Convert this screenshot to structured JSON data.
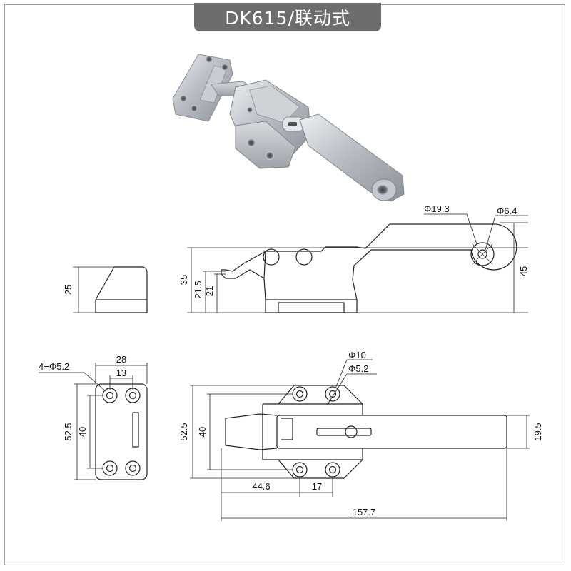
{
  "title": "DK615/联动式",
  "side_view": {
    "overall_height": "45",
    "pivot_diameter": "Φ19.3",
    "pivot_hole": "Φ6.4",
    "body_height": "35",
    "hook_height_1": "21.5",
    "hook_height_2": "21"
  },
  "keeper_side_view": {
    "height": "25"
  },
  "keeper_front_view": {
    "holes": "4−Φ5.2",
    "width": "28",
    "hole_spacing_x": "13",
    "height": "52.5",
    "hole_spacing_y": "40"
  },
  "top_view": {
    "pivot_diameter": "Φ10",
    "hole_diameter": "Φ5.2",
    "height": "52.5",
    "hole_spacing_y": "40",
    "handle_width": "19.5",
    "offset": "44.6",
    "hole_spacing_x": "17",
    "overall_length": "157.7"
  }
}
